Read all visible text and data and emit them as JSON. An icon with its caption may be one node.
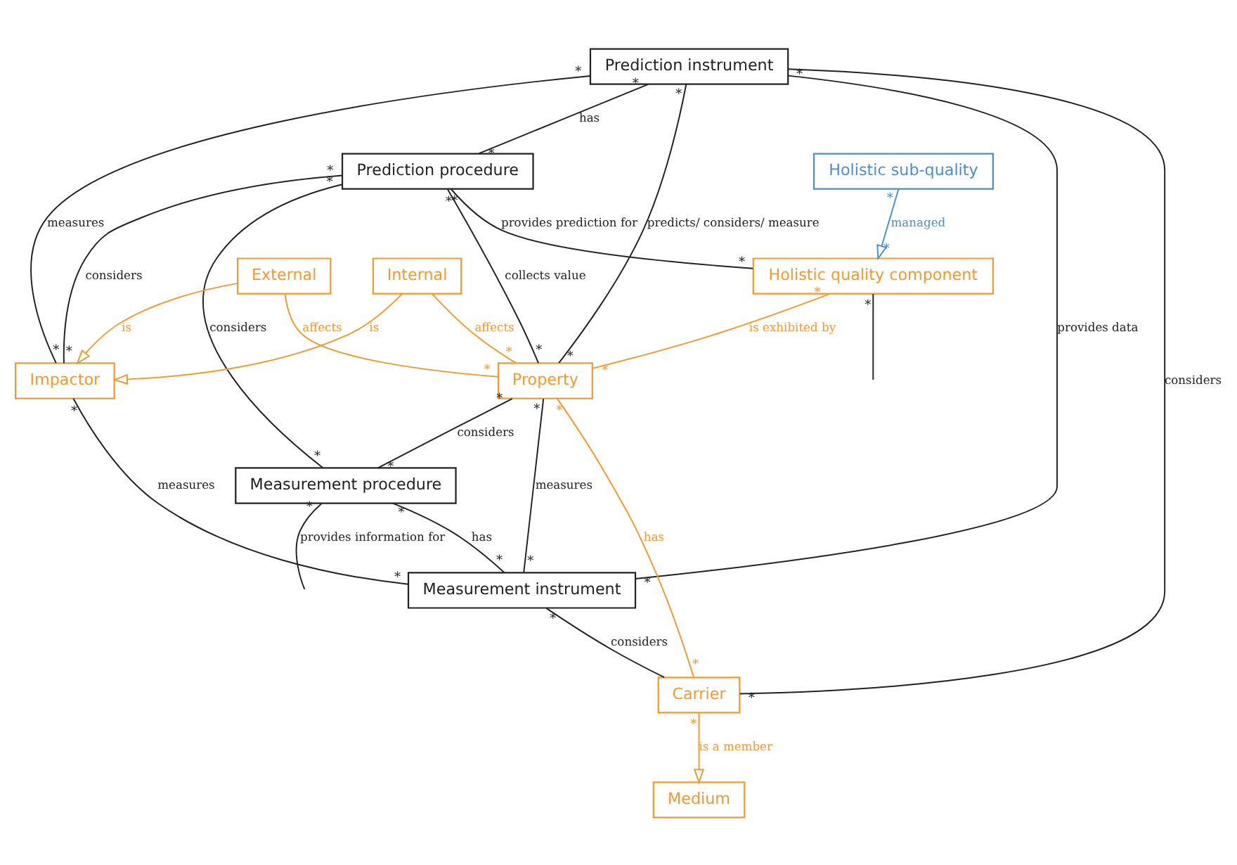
{
  "diagram": {
    "nodes": [
      {
        "text": [
          "Prediction instrument"
        ]
      },
      {
        "text": [
          "Holistic sub-quality"
        ]
      },
      {
        "text": [
          "Prediction procedure"
        ]
      },
      {
        "text": [
          "Holistic quality component"
        ]
      },
      {
        "text": [
          "External"
        ]
      },
      {
        "text": [
          "Impactor"
        ]
      },
      {
        "text": [
          "Property"
        ]
      },
      {
        "text": [
          "Carrier"
        ]
      },
      {
        "text": [
          "Internal"
        ]
      },
      {
        "text": [
          "Medium"
        ]
      },
      {
        "text": [
          "Measurement procedure"
        ]
      },
      {
        "text": [
          "Measurement instrument"
        ]
      }
    ],
    "edges": [
      {
        "from": 0,
        "to": 7,
        "arrow": "none",
        "label": "considers"
      },
      {
        "from": 0,
        "to": 6,
        "arrow": "none",
        "label": "predicts/ considers/ measure"
      },
      {
        "from": 0,
        "to": 5,
        "arrow": "none",
        "label": "measures"
      },
      {
        "from": 0,
        "to": 11,
        "arrow": "none",
        "label": "provides data"
      },
      {
        "from": 0,
        "to": 2,
        "arrow": "none",
        "label": "has"
      },
      {
        "from": 1,
        "to": 3,
        "arrow": "to",
        "label": "managed",
        "color": "#4a8fd0"
      },
      {
        "from": 2,
        "to": 3,
        "arrow": "none",
        "label": "provides prediction for"
      },
      {
        "from": 2,
        "to": 6,
        "arrow": "none",
        "label": "collects value"
      },
      {
        "from": 2,
        "to": 10,
        "arrow": "none",
        "label": "considers"
      },
      {
        "from": 2,
        "to": 5,
        "arrow": "none",
        "label": "considers"
      },
      {
        "from": 3,
        "to": null,
        "arrow": "none"
      },
      {
        "from": 3,
        "to": 6,
        "arrow": "none",
        "label": "is exhibited by",
        "color": "#f39a2e"
      },
      {
        "from": 4,
        "to": 5,
        "arrow": "to",
        "label": "is",
        "color": "#f39a2e"
      },
      {
        "from": 8,
        "to": 5,
        "arrow": "to",
        "label": "is",
        "color": "#f39a2e"
      },
      {
        "from": 4,
        "to": 6,
        "arrow": "none",
        "label": "affects",
        "color": "#f39a2e"
      },
      {
        "from": 8,
        "to": 6,
        "arrow": "none",
        "label": "affects",
        "color": "#f39a2e"
      },
      {
        "from": 6,
        "to": 7,
        "arrow": "none",
        "label": "has",
        "color": "#f39a2e"
      },
      {
        "from": 7,
        "to": 9,
        "arrow": "to",
        "label": "is a member",
        "color": "#f39a2e"
      },
      {
        "from": 5,
        "to": 11,
        "arrow": "none",
        "label": "measures"
      },
      {
        "from": 6,
        "to": 10,
        "arrow": "none",
        "label": "considers"
      },
      {
        "from": 6,
        "to": 11,
        "arrow": "none",
        "label": "measures"
      },
      {
        "from": 10,
        "to": null,
        "arrow": "none",
        "label": "provides information for"
      },
      {
        "from": 10,
        "to": 11,
        "arrow": "none",
        "label": "has"
      },
      {
        "from": 11,
        "to": 7,
        "arrow": "none",
        "label": "considers"
      }
    ],
    "labels": [
      "*",
      "*",
      "*",
      "*",
      "*",
      "*",
      "*",
      "*",
      "*",
      "*",
      "*",
      "*",
      "*",
      "*",
      "*",
      "*",
      "*",
      "*",
      "*",
      "*",
      "*",
      "*",
      "*",
      "*",
      "*",
      "*",
      "*",
      "*",
      "*",
      "*",
      "*",
      "*",
      "*",
      "*",
      "*",
      "*",
      "*"
    ]
  }
}
